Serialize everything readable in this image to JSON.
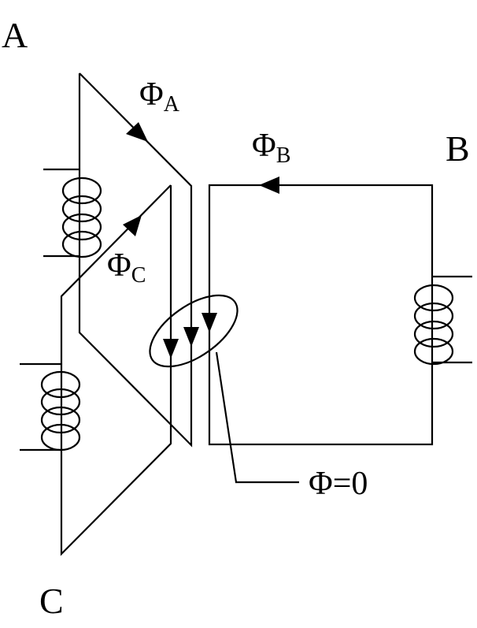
{
  "labels": {
    "core_a": "A",
    "core_b": "B",
    "core_c": "C",
    "phi": "Φ",
    "sub_a": "A",
    "sub_b": "B",
    "sub_c": "C",
    "phi_zero": "Φ=0"
  },
  "icons": {
    "arrow": "filled-triangle-arrowhead",
    "winding": "helical-coil"
  },
  "colors": {
    "line": "#000000",
    "background": "#ffffff"
  }
}
